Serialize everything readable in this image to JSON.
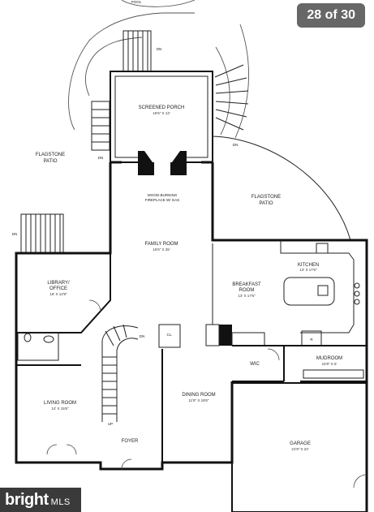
{
  "gallery": {
    "counter": "28 of 30"
  },
  "brand": {
    "name": "bright",
    "suffix": "MLS"
  },
  "plan": {
    "pool": "POOL",
    "dn": "DN",
    "up": "UP",
    "screened_porch": {
      "name": "SCREENED PORCH",
      "dim": "16'6\" X 13'"
    },
    "flagstone_left": {
      "line1": "FLAGSTONE",
      "line2": "PATIO"
    },
    "flagstone_right": {
      "line1": "FLAGSTONE",
      "line2": "PATIO"
    },
    "fireplace": {
      "line1": "WOOD-BURNING",
      "line2": "FIREPLACE W/ GAS"
    },
    "family_room": {
      "name": "FAMILY ROOM",
      "dim": "16'6\" X 25'"
    },
    "kitchen": {
      "name": "KITCHEN",
      "dim": "13' X 17'6\""
    },
    "breakfast_room": {
      "line1": "BREAKFAST",
      "line2": "ROOM",
      "dim": "13' X 17'6\""
    },
    "library": {
      "line1": "LIBRARY/",
      "line2": "OFFICE",
      "dim": "16' X 12'9\""
    },
    "closet": "CL.",
    "wic": "WIC",
    "mudroom": {
      "name": "MUDROOM",
      "dim": "15'9\" X 6'"
    },
    "refrigerator": "R",
    "living_room": {
      "name": "LIVING ROOM",
      "dim": "14' X 15'6\""
    },
    "dining_room": {
      "name": "DINING ROOM",
      "dim": "11'9\" X 18'6\""
    },
    "foyer": "FOYER",
    "garage": {
      "name": "GARAGE",
      "dim": "21'9\" X 22'"
    }
  }
}
